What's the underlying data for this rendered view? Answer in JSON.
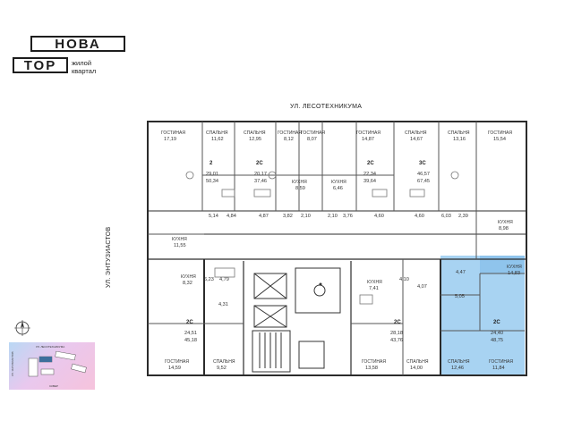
{
  "logo": {
    "line1": "НОВА",
    "line2": "ТОР",
    "sub1": "жилой",
    "sub2": "квартал"
  },
  "streets": {
    "top": "УЛ. ЛЕСОТЕХНИКУМА",
    "left": "УЛ. ЭНТУЗИАСТОВ"
  },
  "colors": {
    "highlight": "#a8d3f2",
    "wall": "#2b2b2b",
    "thin": "#8a8a8a"
  },
  "rooms": {
    "t1": "ГОСТИНАЯ",
    "a1": "17,19",
    "t2": "СПАЛЬНЯ",
    "a2": "11,62",
    "t3": "СПАЛЬНЯ",
    "a3": "12,95",
    "t4": "ГОСТИНАЯ",
    "a4": "8,12",
    "t5": "ГОСТИНАЯ",
    "a5": "8,07",
    "t6": "ГОСТИНАЯ",
    "a6": "14,87",
    "t7": "СПАЛЬНЯ",
    "a7": "14,67",
    "t8": "СПАЛЬНЯ",
    "a8": "13,16",
    "t9": "ГОСТИНАЯ",
    "a9": "15,54",
    "k1": "КУХНЯ",
    "ka1": "8,59",
    "k2": "КУХНЯ",
    "ka2": "6,46",
    "k3": "КУХНЯ",
    "ka3": "8,98",
    "k4": "КУХНЯ",
    "ka4": "11,55",
    "k5": "КУХНЯ",
    "ka5": "8,32",
    "k6": "КУХНЯ",
    "ka6": "7,41",
    "k7": "КУХНЯ",
    "ka7": "14,83",
    "b1": "ГОСТИНАЯ",
    "ba1": "14,59",
    "b2": "СПАЛЬНЯ",
    "ba2": "9,52",
    "b3": "ГОСТИНАЯ",
    "ba3": "13,58",
    "b4": "СПАЛЬНЯ",
    "ba4": "14,00",
    "b5": "СПАЛЬНЯ",
    "ba5": "12,46",
    "b6": "ГОСТИНАЯ",
    "ba6": "11,84"
  },
  "small": {
    "s1": "5,14",
    "s2": "4,84",
    "s3": "4,87",
    "s4": "3,82",
    "s5": "2,10",
    "s6": "2,10",
    "s7": "3,76",
    "s8": "4,60",
    "s9": "4,60",
    "s10": "6,03",
    "s11": "2,39",
    "s12": "6,23",
    "s13": "4,79",
    "s14": "4,31",
    "s15": "4,10",
    "s16": "4,07",
    "s17": "4,47",
    "s18": "5,05"
  },
  "units": {
    "u1t": "2",
    "u1a": "29,01",
    "u1b": "50,34",
    "u2t": "2С",
    "u2a": "20,17",
    "u2b": "37,46",
    "u3t": "2С",
    "u3a": "22,34",
    "u3b": "39,64",
    "u4t": "3С",
    "u4a": "46,57",
    "u4b": "67,45",
    "u5t": "2С",
    "u5a": "24,51",
    "u5b": "45,18",
    "u6t": "2С",
    "u6a": "28,18",
    "u6b": "43,76",
    "u7t": "2С",
    "u7a": "24,40",
    "u7b": "48,75"
  },
  "minimap": {
    "top": "УЛ. ЛЕСОТЕХНИКУМА",
    "left": "УЛ. ЭНТУЗИАСТОВ",
    "bottom": "СКВЕР"
  }
}
